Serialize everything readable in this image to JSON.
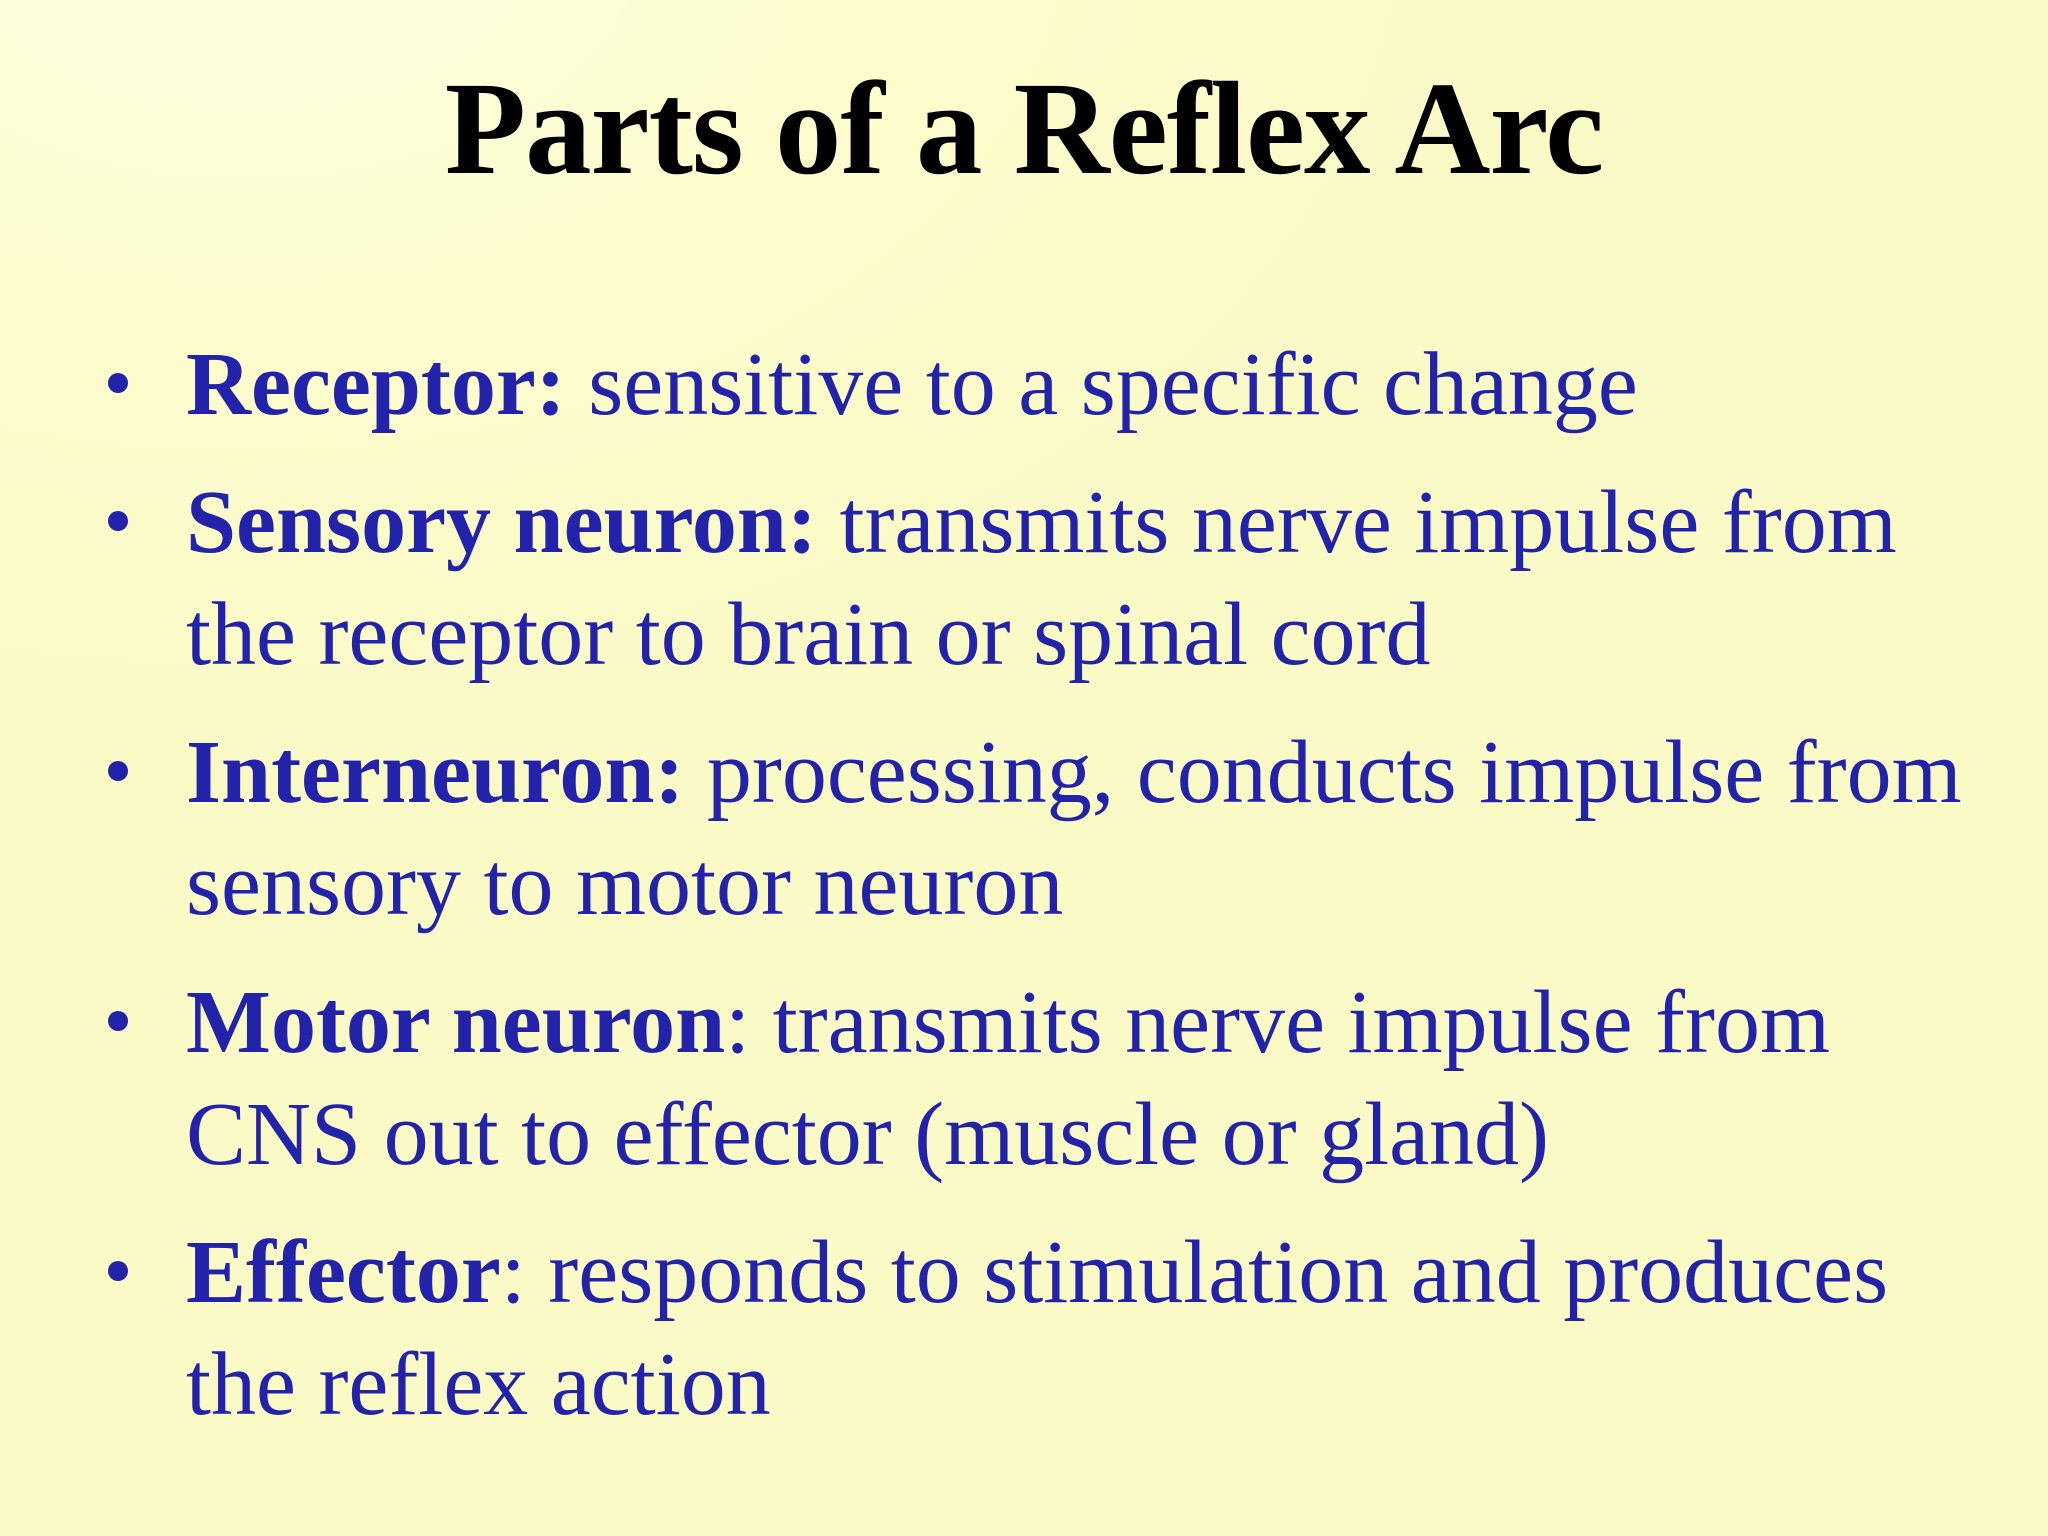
{
  "slide": {
    "title": "Parts of a Reflex Arc",
    "colors": {
      "background": "#FBFBCA",
      "title_text": "#000000",
      "body_text": "#2222AA",
      "bullet_dot": "#2222AA"
    },
    "bullets": [
      {
        "bold": "Receptor:",
        "rest": " sensitive to a specific change"
      },
      {
        "bold": "Sensory neuron:",
        "rest": " transmits nerve impulse from",
        "line2": "the receptor to brain or spinal cord"
      },
      {
        "bold": "Interneuron:",
        "rest": " processing, conducts impulse from",
        "line2": "sensory to motor neuron"
      },
      {
        "bold": "Motor neuron",
        "rest": ": transmits nerve impulse from",
        "line2": "CNS out to effector (muscle or gland)"
      },
      {
        "bold": "Effector",
        "rest": ": responds to stimulation and produces",
        "line2": "the reflex action"
      }
    ]
  }
}
